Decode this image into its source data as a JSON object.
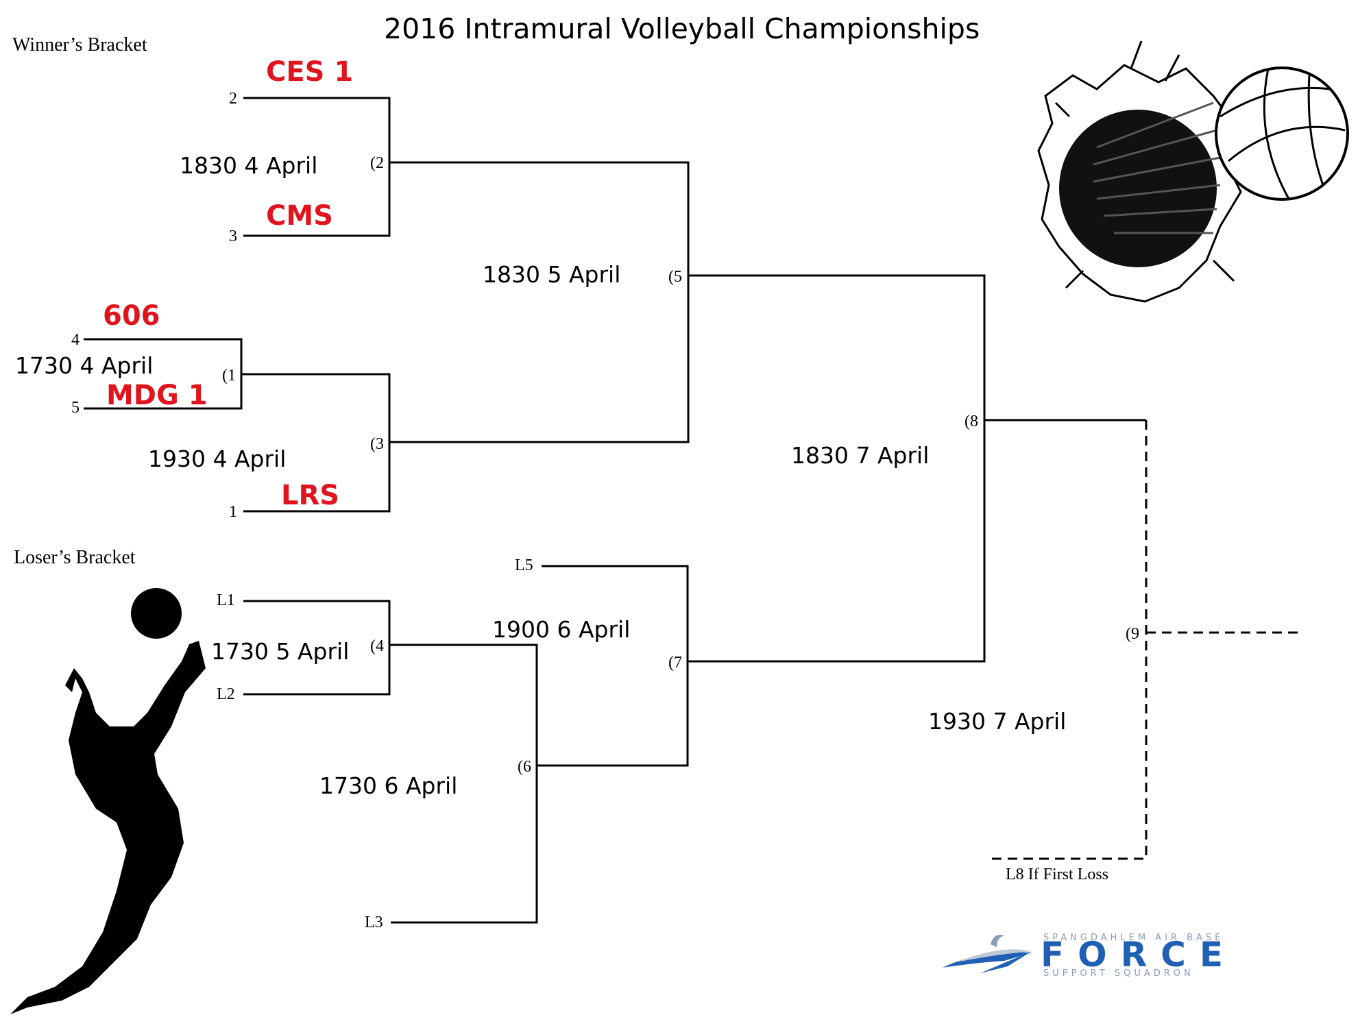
{
  "title": "2016 Intramural Volleyball Championships",
  "winners_bracket_label": "Winner’s Bracket",
  "losers_bracket_label": "Loser’s Bracket",
  "colors": {
    "team": "#e0141e",
    "line": "#000000",
    "logo": "#1f5fb4"
  },
  "teams": {
    "ces1": "CES 1",
    "cms": "CMS",
    "t606": "606",
    "mdg1": "MDG 1",
    "lrs": "LRS"
  },
  "seeds": {
    "s1": "1",
    "s2": "2",
    "s3": "3",
    "s4": "4",
    "s5": "5"
  },
  "games": {
    "g1": {
      "label": "(1",
      "time": "1730 4 April"
    },
    "g2": {
      "label": "(2",
      "time": "1830 4 April"
    },
    "g3": {
      "label": "(3",
      "time": "1930 4 April"
    },
    "g4": {
      "label": "(4",
      "time": "1730 5 April"
    },
    "g5": {
      "label": "(5",
      "time": "1830 5 April"
    },
    "g6": {
      "label": "(6",
      "time": "1730 6 April"
    },
    "g7": {
      "label": "(7",
      "time": "1900 6 April"
    },
    "g8": {
      "label": "(8",
      "time": "1830 7 April"
    },
    "g9": {
      "label": "(9",
      "time": "1930 7 April"
    }
  },
  "loser_slots": {
    "l1": "L1",
    "l2": "L2",
    "l3": "L3",
    "l5": "L5",
    "l8": "L8 If First Loss"
  },
  "icons": [
    "volleyball-icon",
    "player-silhouette-icon",
    "force-logo-icon"
  ],
  "logo": {
    "top": "SPANGDAHLEM AIR BASE",
    "main": "FORCE",
    "bottom": "SUPPORT SQUADRON"
  }
}
